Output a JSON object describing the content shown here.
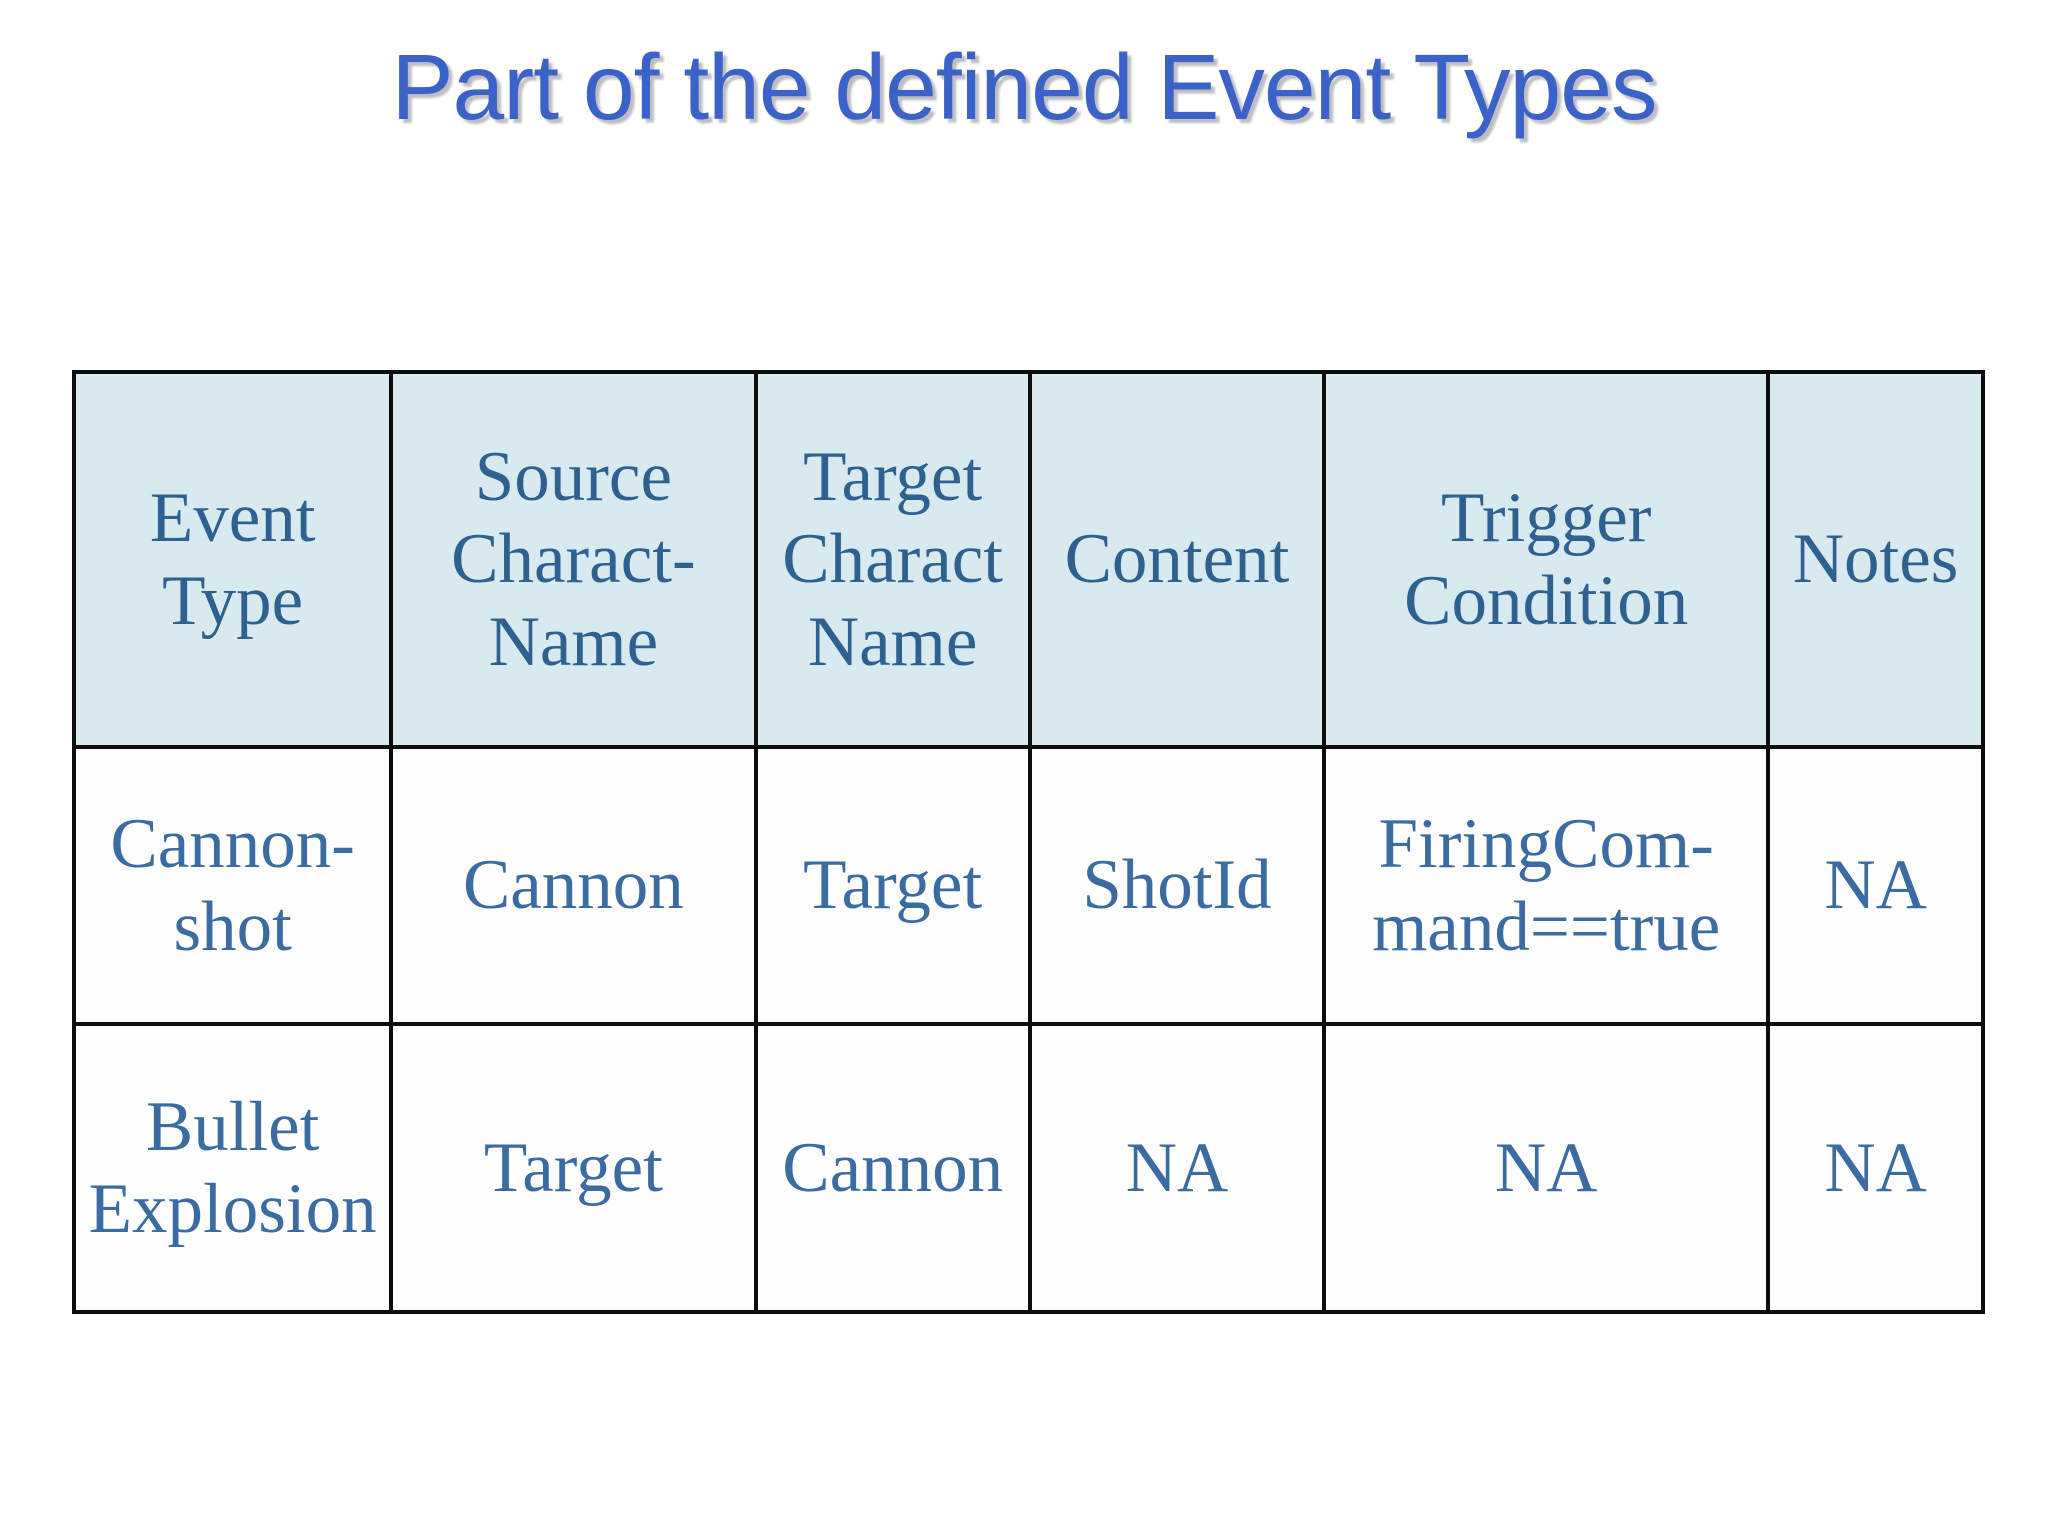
{
  "theme": {
    "title_color": "#3b62c9",
    "table_border_color": "#0d0d0d",
    "header_bg": "#d8e9f0",
    "body_bg": "#fdfdfd",
    "header_text_color": "#2e618f",
    "body_text_color": "#3a6ba1",
    "page_bg": "#ffffff"
  },
  "title": {
    "text": "Part of the defined Event Types"
  },
  "table": {
    "columns": [
      "Event\nType",
      "Source\nCharact-\nName",
      "Target\nCharact\nName",
      "Content",
      "Trigger\nCondition",
      "Notes"
    ],
    "rows": [
      [
        "Cannon-\nshot",
        "Cannon",
        "Target",
        "ShotId",
        "FiringCom-\nmand==true",
        "NA"
      ],
      [
        "Bullet\nExplosion",
        "Target",
        "Cannon",
        "NA",
        "NA",
        "NA"
      ]
    ]
  }
}
